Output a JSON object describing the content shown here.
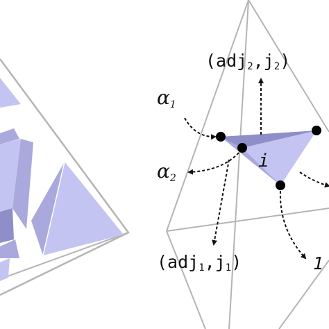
{
  "colors": {
    "tet_edge": "#b4b4b4",
    "face_light": "#c4c4f2",
    "face_mid": "#a9a9de",
    "face_dark": "#8e8ec8",
    "vertex": "#000000",
    "arrow": "#111111"
  },
  "labels": {
    "adj2": {
      "open": "(adj",
      "sub": "2",
      "mid": ",j",
      "sub2": "2",
      "close": ")"
    },
    "adj1": {
      "open": "(adj",
      "sub": "1",
      "mid": ",j",
      "sub2": "1",
      "close": ")"
    },
    "alpha1": {
      "sym": "α",
      "sub": "1"
    },
    "alpha2": {
      "sym": "α",
      "sub": "2"
    },
    "i": "i",
    "one": "1"
  }
}
